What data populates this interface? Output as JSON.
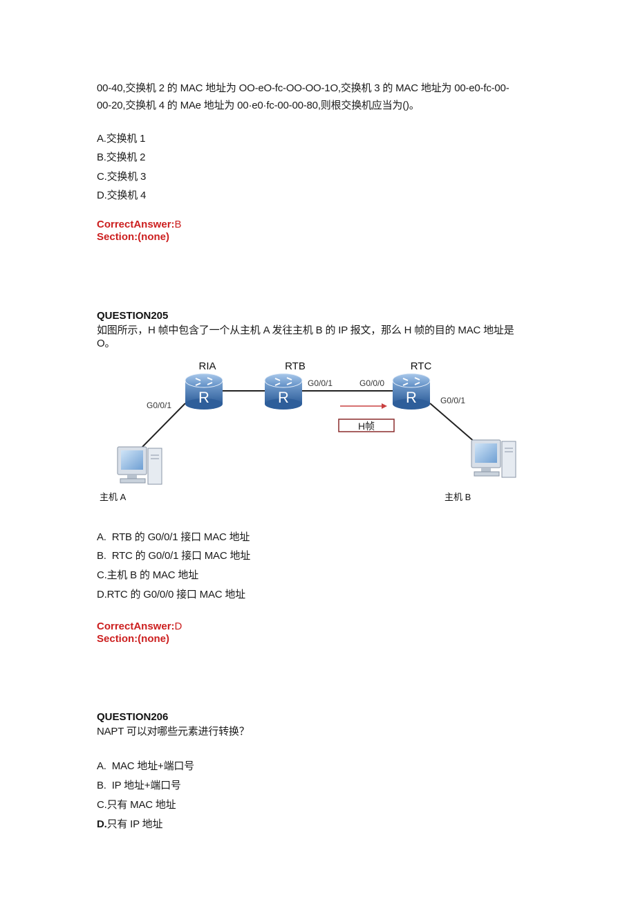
{
  "q204": {
    "line1": "00-40,交换机 2 的 MAC 地址为 OO-eO-fc-OO-OO-1O,交换机 3 的 MAC 地址为 00-e0-fc-00-",
    "line2": "00-20,交换机 4 的 MAe 地址为 00·e0·fc-00-00-80,则根交换机应当为()。",
    "options": [
      "A.交换机 1",
      "B.交换机 2",
      "C.交换机 3",
      "D.交换机 4"
    ],
    "answer_label": "CorrectAnswer:",
    "answer_value": "B",
    "section": "Section:(none)"
  },
  "q205": {
    "title": "QUESTION205",
    "line1": "如图所示，H 帧中包含了一个从主机 A 发往主机 B 的 IP 报文，那么 H 帧的目的 MAC 地址是",
    "line2": "O。",
    "diagram": {
      "router_left": "RIA",
      "router_mid": "RTB",
      "router_right": "RTC",
      "router_glyph": "R",
      "port_left": "G0/0/1",
      "port_mid_right": "G0/0/1",
      "port_right_left": "G0/0/0",
      "port_right_right": "G0/0/1",
      "frame_label": "H帧",
      "host_a": "主机 A",
      "host_b": "主机 B"
    },
    "options": [
      "A.  RTB 的 G0/0/1 接口 MAC 地址",
      "B.  RTC 的 G0/0/1 接口 MAC 地址",
      "C.主机 B 的 MAC 地址",
      "D.RTC 的 G0/0/0 接口 MAC 地址"
    ],
    "answer_label": "CorrectAnswer:",
    "answer_value": "D",
    "section": "Section:(none)"
  },
  "q206": {
    "title": "QUESTION206",
    "line1": "NAPT 可以对哪些元素进行转换？",
    "options": [
      "A.  MAC 地址+端口号",
      "B.  IP 地址+端口号",
      "C.只有 MAC 地址"
    ],
    "option_d_prefix": "D.",
    "option_d_rest": "只有 IP 地址"
  }
}
